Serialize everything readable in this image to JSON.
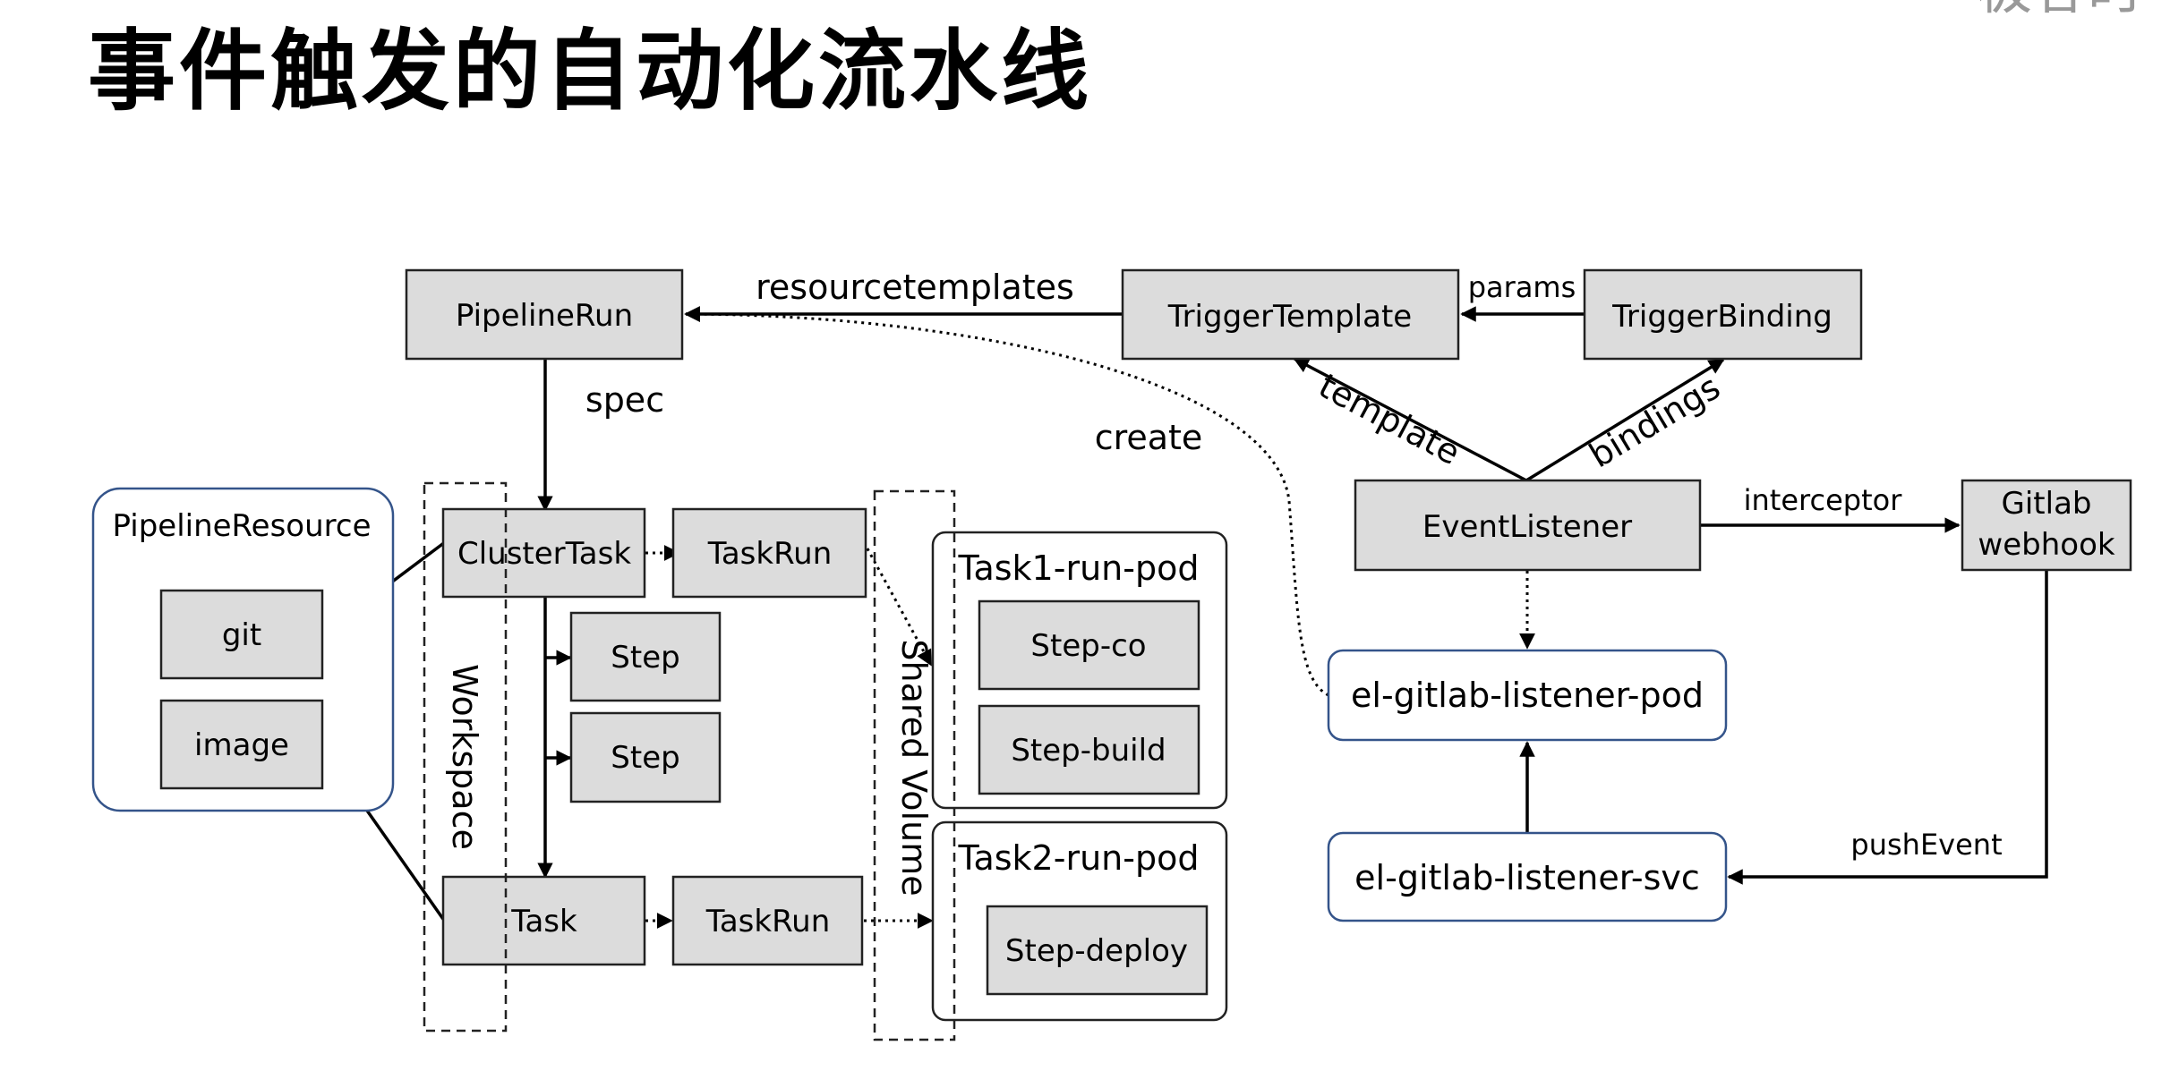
{
  "slide": {
    "title": "事件触发的自动化流水线",
    "logo_text": "极客时"
  },
  "nodes": {
    "pipeline_run": "PipelineRun",
    "trigger_template": "TriggerTemplate",
    "trigger_binding": "TriggerBinding",
    "event_listener": "EventListener",
    "gitlab_webhook_line1": "Gitlab",
    "gitlab_webhook_line2": "webhook",
    "el_listener_pod": "el-gitlab-listener-pod",
    "el_listener_svc": "el-gitlab-listener-svc",
    "pipeline_resource": "PipelineResource",
    "git": "git",
    "image": "image",
    "cluster_task": "ClusterTask",
    "taskrun_1": "TaskRun",
    "step_1": "Step",
    "step_2": "Step",
    "task": "Task",
    "taskrun_2": "TaskRun",
    "task1_pod": "Task1-run-pod",
    "step_co": "Step-co",
    "step_build": "Step-build",
    "task2_pod": "Task2-run-pod",
    "step_deploy": "Step-deploy",
    "workspace": "Workspace",
    "shared_volume": "Shared Volume"
  },
  "edges": {
    "resourcetemplates": "resourcetemplates",
    "params": "params",
    "template": "template",
    "bindings": "bindings",
    "spec": "spec",
    "create": "create",
    "interceptor": "interceptor",
    "push_event": "pushEvent"
  }
}
